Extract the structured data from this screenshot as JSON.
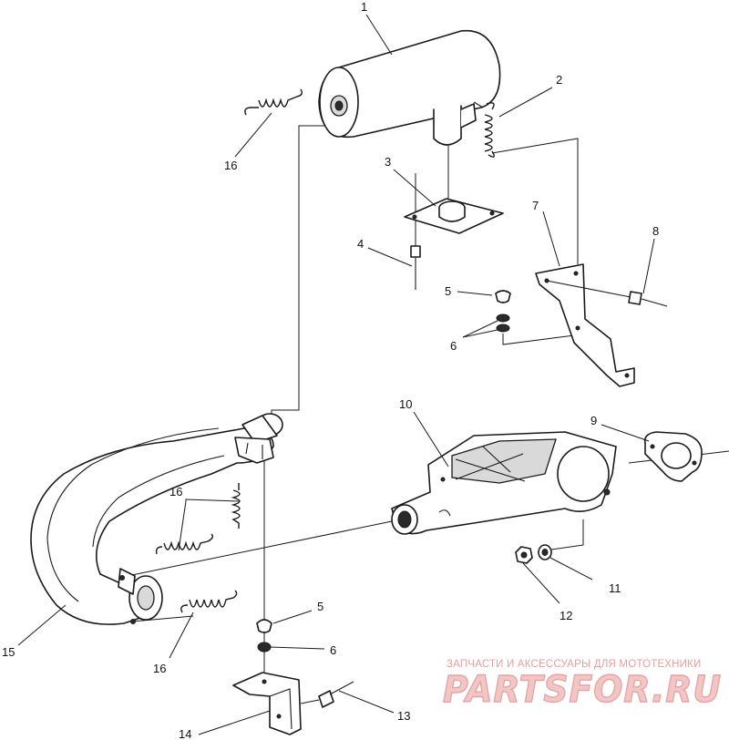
{
  "callouts": {
    "c1": "1",
    "c2": "2",
    "c3": "3",
    "c4": "4",
    "c5a": "5",
    "c6a": "6",
    "c7": "7",
    "c8": "8",
    "c9": "9",
    "c10": "10",
    "c11": "11",
    "c12": "12",
    "c13": "13",
    "c14": "14",
    "c15": "15",
    "c16a": "16",
    "c16b": "16",
    "c16c": "16",
    "c5b": "5",
    "c6b": "6"
  },
  "watermark": {
    "tagline": "ЗАПЧАСТИ И АКСЕССУАРЫ ДЛЯ МОТОТЕХНИКИ",
    "logo": "PARTSFOR.RU"
  }
}
